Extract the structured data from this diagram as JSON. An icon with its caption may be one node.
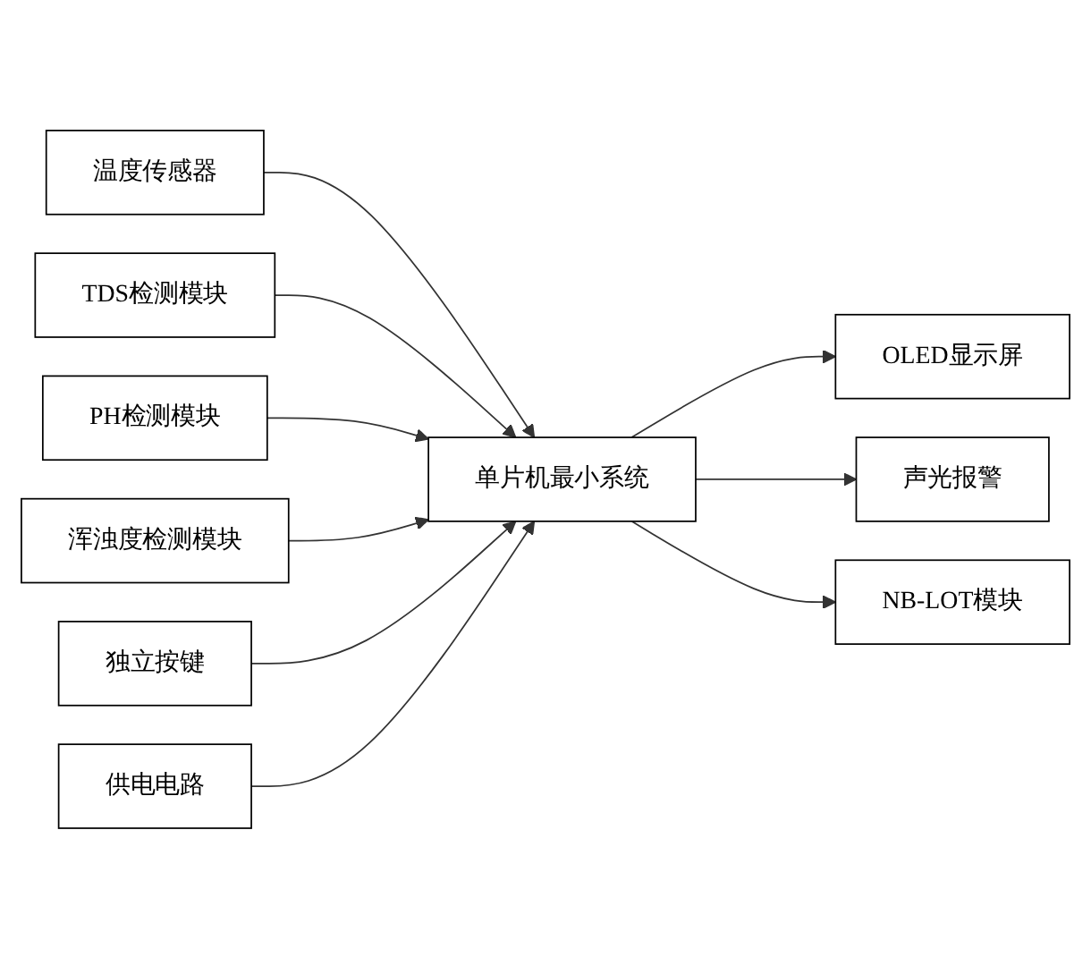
{
  "diagram": {
    "nodes": [
      {
        "text": [
          "温度传感器"
        ]
      },
      {
        "text": [
          "TDS检测模块"
        ]
      },
      {
        "text": [
          "PH检测模块"
        ]
      },
      {
        "text": [
          "浑浊度检测模块"
        ]
      },
      {
        "text": [
          "独立按键"
        ]
      },
      {
        "text": [
          "供电电路"
        ]
      },
      {
        "text": [
          "单片机最小系统"
        ]
      },
      {
        "text": [
          "OLED显示屏"
        ]
      },
      {
        "text": [
          "声光报警"
        ]
      },
      {
        "text": [
          "NB-LOT模块"
        ]
      }
    ],
    "edges": [
      {
        "from": 0,
        "to": 6,
        "arrow": "to"
      },
      {
        "from": 1,
        "to": 6,
        "arrow": "to"
      },
      {
        "from": 2,
        "to": 6,
        "arrow": "to"
      },
      {
        "from": 3,
        "to": 6,
        "arrow": "to"
      },
      {
        "from": 4,
        "to": 6,
        "arrow": "to"
      },
      {
        "from": 5,
        "to": 6,
        "arrow": "to"
      },
      {
        "from": 6,
        "to": 7,
        "arrow": "to"
      },
      {
        "from": 6,
        "to": 8,
        "arrow": "to"
      },
      {
        "from": 6,
        "to": 9,
        "arrow": "to"
      }
    ]
  }
}
